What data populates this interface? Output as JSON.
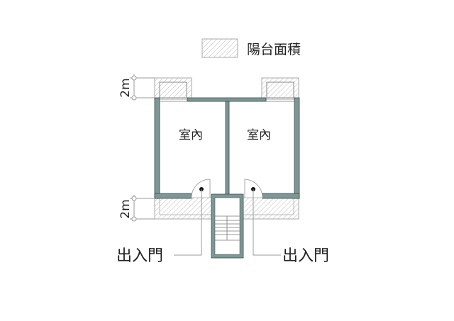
{
  "legend": {
    "label": "陽台面積"
  },
  "rooms": [
    {
      "label": "室內"
    },
    {
      "label": "室內"
    }
  ],
  "dimensions": [
    {
      "label": "2m"
    },
    {
      "label": "2m"
    }
  ],
  "entrances": [
    {
      "label": "出入門"
    },
    {
      "label": "出入門"
    }
  ],
  "colors": {
    "wall": "#7d9797",
    "wall_stroke": "#3a4a4a",
    "hatch": "#c8c8c8",
    "thin_line": "#9a9a9a"
  }
}
